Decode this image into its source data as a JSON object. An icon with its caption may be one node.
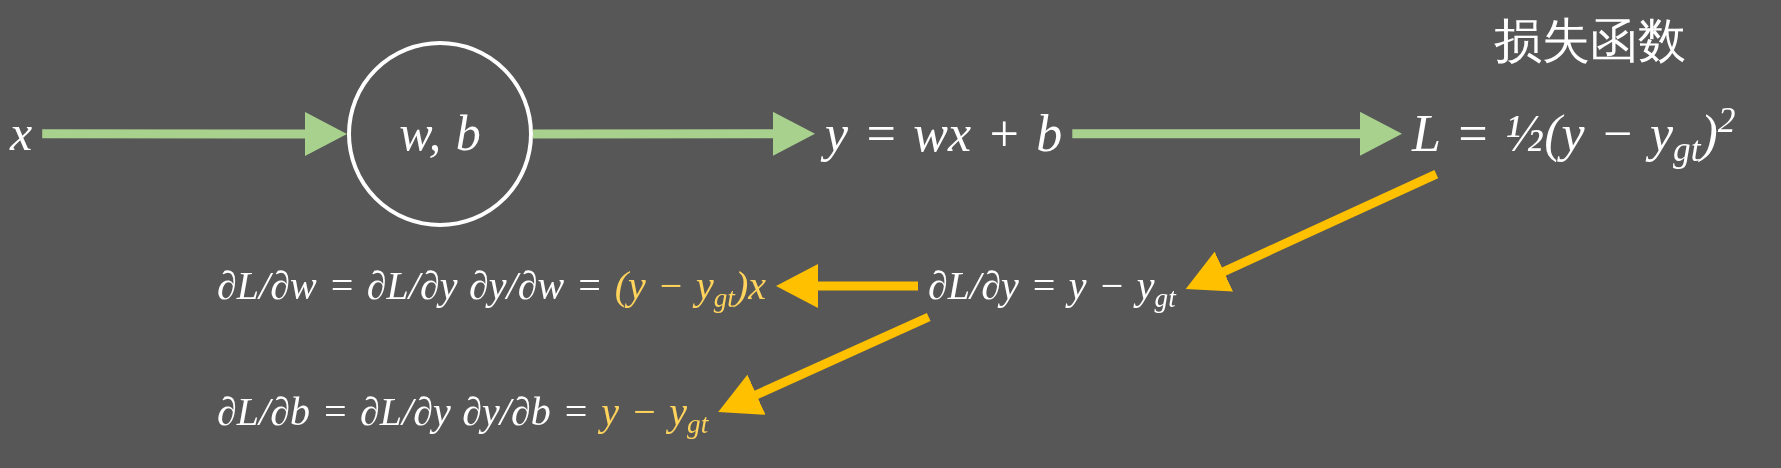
{
  "diagram": {
    "nodes": [
      {
        "text": [
          "x"
        ]
      },
      {
        "text": [
          "w, b"
        ]
      },
      {
        "text": [
          "y = wx + b"
        ]
      },
      {
        "text": [
          "L = ½(y − y$_{gt}$)$^{2}$"
        ],
        "beside": [
          "损失函数"
        ]
      },
      {
        "text": [
          "∂L/∂y = y − y$_{gt}$"
        ]
      },
      {
        "text": [
          "∂L/∂w = ∂L/∂y ∂y/∂w =",
          "(y − y$_{gt}$)x"
        ]
      },
      {
        "text": [
          "∂L/∂b = ∂L/∂y ∂y/∂b =",
          "y − y$_{gt}$"
        ]
      }
    ],
    "edges": [
      {
        "from": 0,
        "to": 1,
        "arrow": "to"
      },
      {
        "from": 1,
        "to": 2,
        "arrow": "to"
      },
      {
        "from": 2,
        "to": 3,
        "arrow": "to"
      },
      {
        "from": 3,
        "to": 4,
        "arrow": "to",
        "color": "#ffc000"
      },
      {
        "from": 4,
        "to": 5,
        "arrow": "to",
        "color": "#ffc000"
      },
      {
        "from": 4,
        "to": 6,
        "arrow": "to",
        "color": "#ffc000"
      }
    ]
  }
}
